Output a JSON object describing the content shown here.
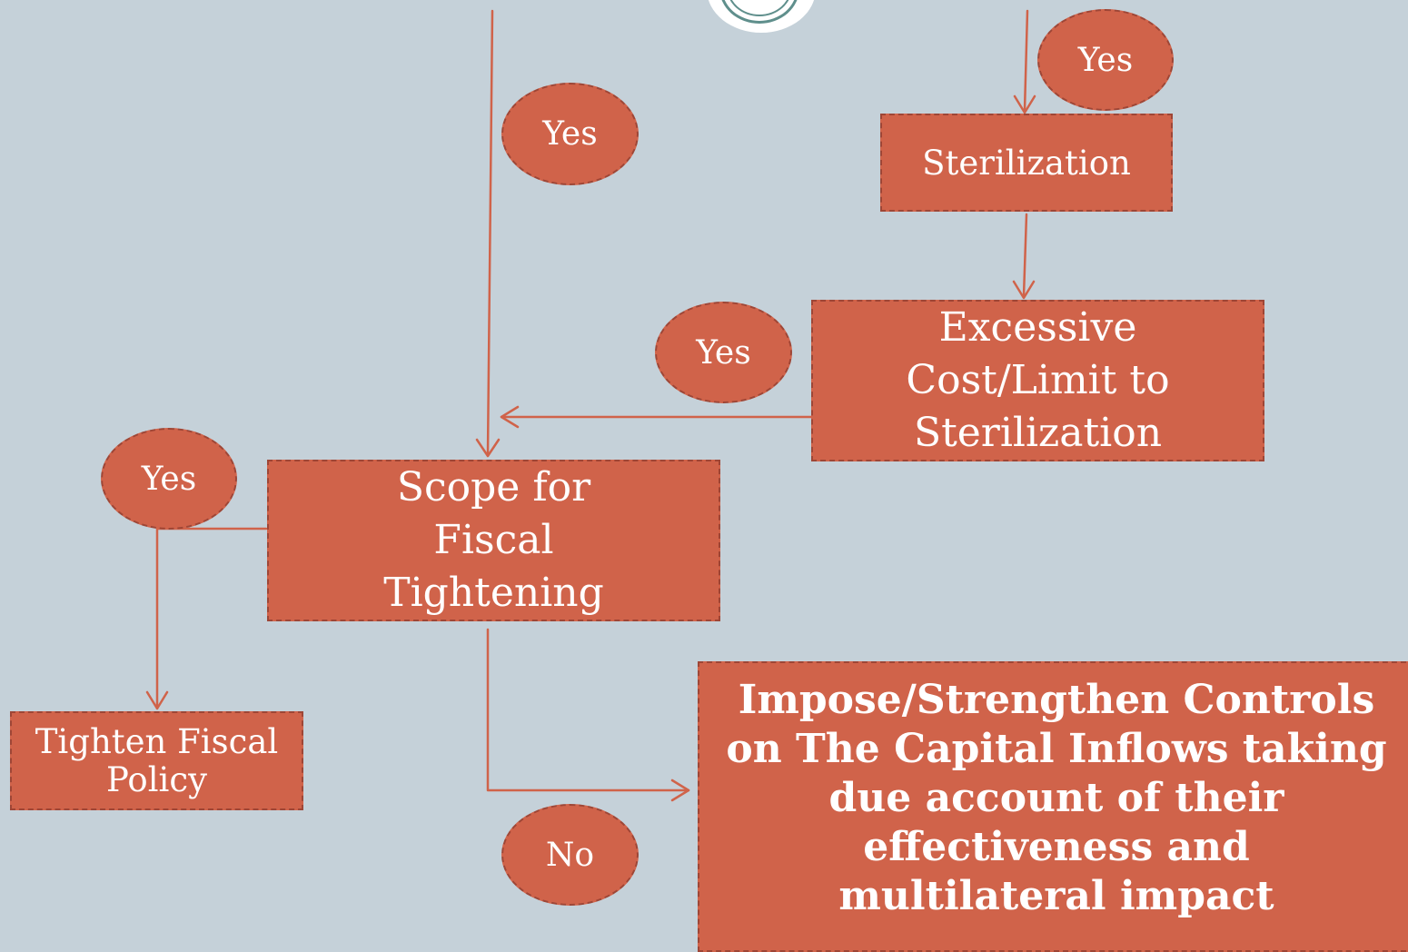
{
  "nodes": {
    "sterilization": "Sterilization",
    "excessive_cost": "Excessive Cost/Limit to Sterilization",
    "scope_fiscal": "Scope for Fiscal Tightening",
    "tighten_fiscal": "Tighten Fiscal Policy",
    "impose_controls": "Impose/Strengthen Controls on The Capital Inflows taking due account of their effectiveness and multilateral impact"
  },
  "labels": {
    "yes_top_right": "Yes",
    "yes_top_left": "Yes",
    "yes_middle": "Yes",
    "yes_left": "Yes",
    "no_bottom": "No"
  },
  "colors": {
    "background": "#c5d1d9",
    "box_fill": "#d0634a",
    "box_border": "#9e4636",
    "line": "#d0634a"
  }
}
